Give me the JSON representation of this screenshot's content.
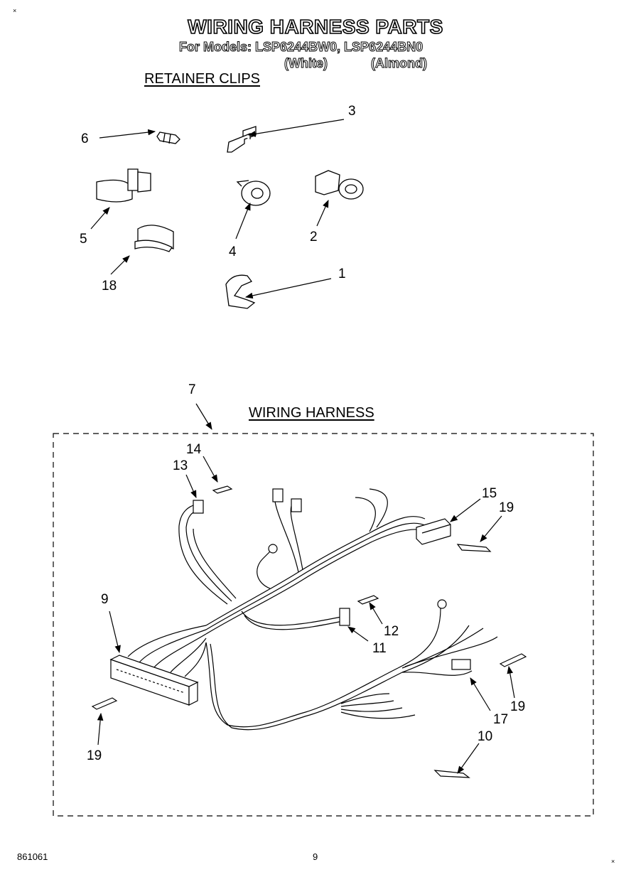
{
  "header": {
    "title": "WIRING HARNESS PARTS",
    "models_line": "For Models: LSP6244BW0, LSP6244BN0",
    "color_white": "(White)",
    "color_almond": "(Almond)"
  },
  "sections": {
    "retainer_clips": "RETAINER CLIPS",
    "wiring_harness": "WIRING HARNESS"
  },
  "callouts": {
    "c1": "1",
    "c2": "2",
    "c3": "3",
    "c4": "4",
    "c5": "5",
    "c6": "6",
    "c7": "7",
    "c9": "9",
    "c10": "10",
    "c11": "11",
    "c12": "12",
    "c13": "13",
    "c14": "14",
    "c15": "15",
    "c17a": "17",
    "c18": "18",
    "c19a": "19",
    "c19b": "19",
    "c19c": "19"
  },
  "footer": {
    "doc_number": "861061",
    "page_number": "9",
    "corner_mark": "×"
  }
}
